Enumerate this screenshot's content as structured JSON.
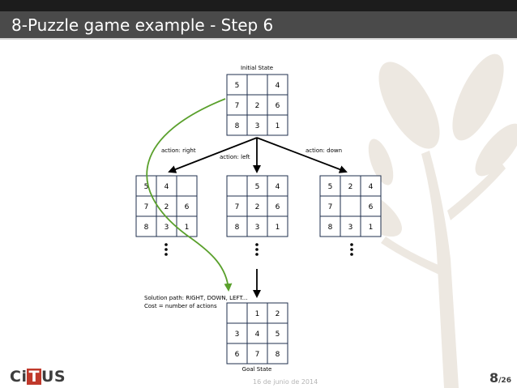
{
  "slide": {
    "title": "8-Puzzle game example - Step 6",
    "date": "16 de junio de 2014",
    "page_current": "8",
    "page_total": "/26",
    "logo_prefix": "Ci",
    "logo_mark": "T",
    "logo_suffix": "US"
  },
  "colors": {
    "top_bar": "#1c1c1c",
    "title_bar": "#4a4a4a",
    "path_arrow": "#5aa02c",
    "logo_mark": "#c0392b",
    "watermark_tree": "#ede8e1"
  },
  "diagram": {
    "initial_label": "Initial State",
    "goal_label": "Goal State",
    "initial_grid": [
      "5",
      "",
      "4",
      "7",
      "2",
      "6",
      "8",
      "3",
      "1"
    ],
    "goal_grid": [
      "",
      "1",
      "2",
      "3",
      "4",
      "5",
      "6",
      "7",
      "8"
    ],
    "children": [
      {
        "action": "action: right",
        "grid": [
          "5",
          "4",
          "",
          "7",
          "2",
          "6",
          "8",
          "3",
          "1"
        ]
      },
      {
        "action": "action: left",
        "grid": [
          "",
          "5",
          "4",
          "7",
          "2",
          "6",
          "8",
          "3",
          "1"
        ]
      },
      {
        "action": "action: down",
        "grid": [
          "5",
          "2",
          "4",
          "7",
          "",
          "6",
          "8",
          "3",
          "1"
        ]
      }
    ],
    "solution_path_text": "Solution path: RIGHT, DOWN, LEFT...",
    "cost_text": "Cost = number of actions"
  }
}
